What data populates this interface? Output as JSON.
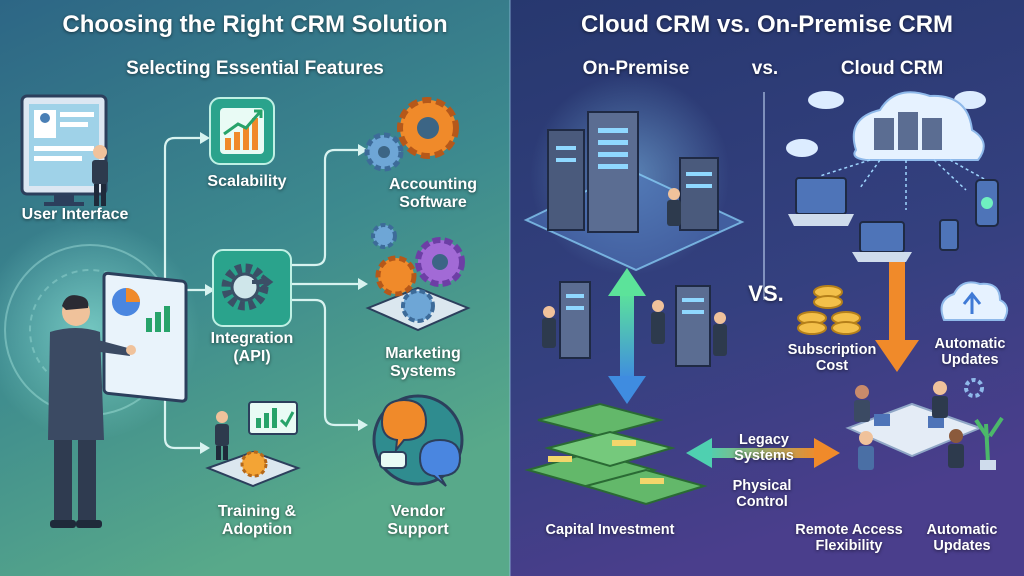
{
  "left_panel": {
    "title": "Choosing the Right CRM Solution",
    "subtitle": "Selecting Essential Features",
    "labels": {
      "user_interface": "User Interface",
      "scalability": "Scalability",
      "integration": "Integration\n(API)",
      "training": "Training &\nAdoption",
      "accounting": "Accounting\nSoftware",
      "marketing": "Marketing\nSystems",
      "vendor": "Vendor\nSupport"
    }
  },
  "right_panel": {
    "title": "Cloud CRM vs. On-Premise CRM",
    "header_on_premise": "On-Premise",
    "header_vs": "vs.",
    "header_cloud": "Cloud CRM",
    "center_vs": "VS.",
    "labels": {
      "subscription_cost": "Subscription\nCost",
      "automatic_updates_top": "Automatic\nUpdates",
      "legacy_systems": "Legacy\nSystems",
      "physical_control": "Physical\nControl",
      "capital_investment": "Capital Investment",
      "remote_access": "Remote Access\nFlexibility",
      "automatic_updates_bottom": "Automatic\nUpdates"
    }
  },
  "colors": {
    "left_bg_top": "#2f6f86",
    "left_bg_bottom": "#4e9f8c",
    "right_bg_top": "#2b3c78",
    "right_bg_bottom": "#4a3f8f",
    "accent_orange": "#f08a2a",
    "accent_teal": "#3fbfa8",
    "accent_green": "#4cd07a"
  }
}
